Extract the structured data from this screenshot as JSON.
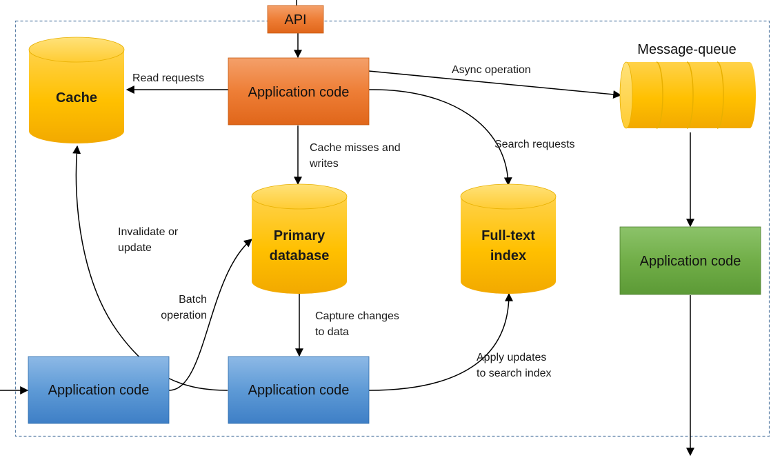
{
  "nodes": {
    "api": "API",
    "app_top": "Application code",
    "cache": "Cache",
    "primary_db": [
      "Primary",
      "database"
    ],
    "fulltext": [
      "Full-text",
      "index"
    ],
    "mq_title": "Message-queue",
    "app_green": "Application code",
    "app_bottom_left": "Application code",
    "app_bottom_mid": "Application code"
  },
  "edges": {
    "read_requests": "Read requests",
    "async_operation": "Async operation",
    "cache_misses": [
      "Cache misses and",
      "writes"
    ],
    "search_requests": "Search requests",
    "invalidate": [
      "Invalidate or",
      "update"
    ],
    "batch": [
      "Batch",
      "operation"
    ],
    "capture": [
      "Capture changes",
      "to data"
    ],
    "apply_updates": [
      "Apply updates",
      "to search index"
    ]
  },
  "colors": {
    "orange": "#ED7D31",
    "cylinder_yellow": "#FFC000",
    "green": "#70AD47",
    "blue": "#5B9BD5",
    "boundary": "#5B7FA6"
  }
}
